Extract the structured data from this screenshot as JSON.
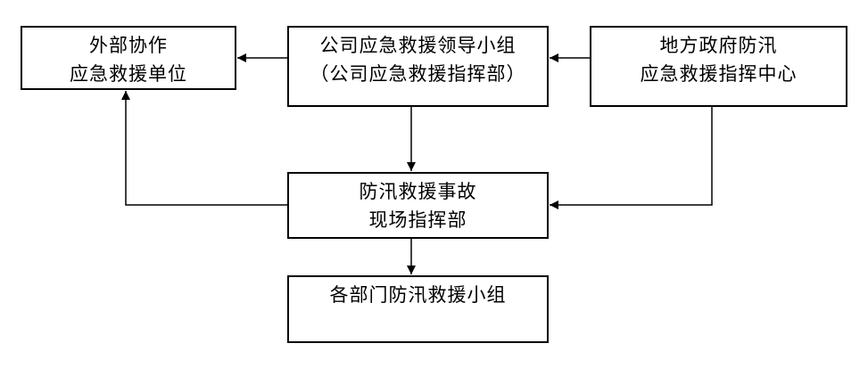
{
  "diagram": {
    "nodes": {
      "external_unit": {
        "line1": "外部协作",
        "line2": "应急救援单位"
      },
      "company_group": {
        "line1": "公司应急救援领导小组",
        "line2": "（公司应急救援指挥部）"
      },
      "government_center": {
        "line1": "地方政府防汛",
        "line2": "应急救援指挥中心"
      },
      "site_command": {
        "line1": "防汛救援事故",
        "line2": "现场指挥部"
      },
      "department_group": {
        "line1": "各部门防汛救援小组"
      }
    },
    "edges": [
      {
        "from": "company_group",
        "to": "external_unit"
      },
      {
        "from": "government_center",
        "to": "company_group"
      },
      {
        "from": "company_group",
        "to": "site_command"
      },
      {
        "from": "government_center",
        "to": "site_command"
      },
      {
        "from": "site_command",
        "to": "external_unit"
      },
      {
        "from": "site_command",
        "to": "department_group"
      }
    ]
  }
}
